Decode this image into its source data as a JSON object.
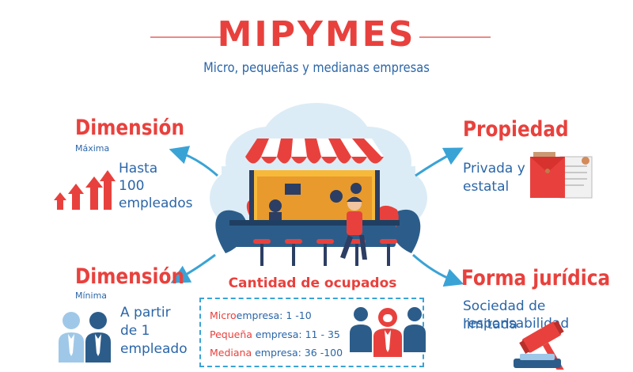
{
  "header": {
    "title": "MIPYMES",
    "subtitle": "Micro, pequeñas y medianas empresas"
  },
  "dimension_max": {
    "heading": "Dimensión",
    "sublabel": "Máxima",
    "text_lines": [
      "Hasta",
      "100",
      "empleados"
    ]
  },
  "propiedad": {
    "heading": "Propiedad",
    "text_lines": [
      "Privada y",
      "estatal"
    ]
  },
  "dimension_min": {
    "heading": "Dimensión",
    "sublabel": "Mínima",
    "text_lines": [
      "A partir",
      "de 1",
      "empleado"
    ]
  },
  "forma_juridica": {
    "heading": "Forma jurídica",
    "text_lines": [
      "Sociedad de responsabilidad",
      "limitada"
    ]
  },
  "ocupados": {
    "heading": "Cantidad de ocupados",
    "rows": [
      {
        "prefix": "Micro",
        "rest": "empresa:  1 -10"
      },
      {
        "prefix": "Pequeña",
        "rest": " empresa: 11 - 35"
      },
      {
        "prefix": "Mediana",
        "rest": " empresa:  36 -100"
      }
    ]
  },
  "colors": {
    "accent_red": "#e8413d",
    "text_blue": "#2b66a8",
    "arrow_blue": "#3aa3d6"
  },
  "icons": [
    "up-arrows-icon",
    "document-folder-icon",
    "people-pair-icon",
    "group-people-icon",
    "gavel-icon",
    "kiosk-illustration"
  ]
}
